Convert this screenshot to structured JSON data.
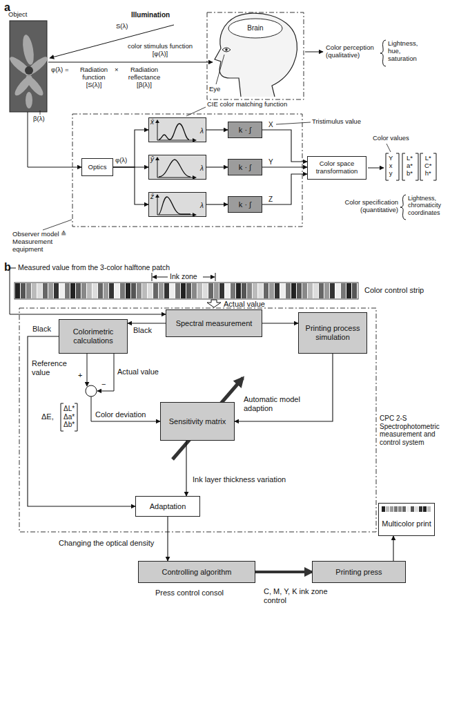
{
  "diagram": {
    "nodes": [
      {
        "text": [
          "Brain"
        ]
      },
      {
        "text": [
          "Optics"
        ]
      },
      {
        "text": [
          "x̄",
          "λ"
        ]
      },
      {
        "text": [
          "ȳ",
          "λ"
        ]
      },
      {
        "text": [
          "z̄",
          "λ"
        ]
      },
      {
        "text": [
          "k · ∫"
        ]
      },
      {
        "text": [
          "k · ∫"
        ]
      },
      {
        "text": [
          "k · ∫"
        ]
      },
      {
        "text": [
          "Color space transformation"
        ]
      },
      {
        "text": [
          "Spectral measurement"
        ]
      },
      {
        "text": [
          "Printing process simulation"
        ]
      },
      {
        "text": [
          "Colorimetric calculations"
        ]
      },
      {
        "text": [
          "Sensitivity matrix"
        ]
      },
      {
        "text": [
          "Adaptation"
        ]
      },
      {
        "text": [
          "Controlling algorithm"
        ]
      },
      {
        "text": [
          "Printing press"
        ]
      },
      {
        "text": [
          "Multicolor print"
        ]
      }
    ],
    "edges": [
      {
        "from": 1,
        "to": 2,
        "arrow": "to"
      },
      {
        "from": 1,
        "to": 3,
        "arrow": "to"
      },
      {
        "from": 1,
        "to": 4,
        "arrow": "to"
      },
      {
        "from": 2,
        "to": 5,
        "arrow": "to"
      },
      {
        "from": 3,
        "to": 6,
        "arrow": "to"
      },
      {
        "from": 4,
        "to": 7,
        "arrow": "to"
      },
      {
        "from": 5,
        "to": 8,
        "label": "X",
        "arrow": "to"
      },
      {
        "from": 6,
        "to": 8,
        "label": "Y",
        "arrow": "to"
      },
      {
        "from": 7,
        "to": 8,
        "label": "Z",
        "arrow": "to"
      },
      {
        "from": 9,
        "to": 11,
        "label": "Black",
        "arrow": "to"
      },
      {
        "from": 9,
        "to": 10,
        "arrow": "to"
      },
      {
        "from": 10,
        "to": 12,
        "label": "Automatic model adaption",
        "arrow": "to"
      },
      {
        "from": 12,
        "to": 13,
        "label": "Ink layer thickness variation",
        "arrow": "to"
      },
      {
        "from": 11,
        "to": 13,
        "label": "Black",
        "arrow": "to"
      },
      {
        "from": 13,
        "to": 14,
        "label": "Changing the optical density",
        "arrow": "to"
      },
      {
        "from": 14,
        "to": 15,
        "arrow": "to"
      },
      {
        "from": 15,
        "to": 16,
        "arrow": "to"
      }
    ],
    "labels": [
      "a",
      "Object",
      "Illumination",
      "S(λ)",
      "color stimulus function [φ(λ)]",
      "φ(λ) =",
      "Radiation function [S(λ)]",
      "×",
      "Radiation reflectance [β(λ)]",
      "β(λ)",
      "Eye",
      "Color perception (qualitative)",
      "Lightness, hue, saturation",
      "CIE color matching function",
      "Tristimulus value",
      "φ(λ)",
      "Color values",
      "Y x y",
      "L* a* b*",
      "L* C* h*",
      "Color specification (quantitative)",
      "Lightness, chromaticity coordinates",
      "Observer model ≙ Measurement equipment",
      "b",
      "Measured value from the 3-color halftone patch",
      "Ink zone",
      "Color control strip",
      "Actual value",
      "Reference value",
      "+",
      "−",
      "Actual value",
      "ΔE,",
      "ΔL* Δa* Δb*",
      "Color deviation",
      "CPC 2-S Spectrophotometric measurement and control system",
      "Press control consol",
      "C, M, Y, K ink zone control"
    ]
  }
}
